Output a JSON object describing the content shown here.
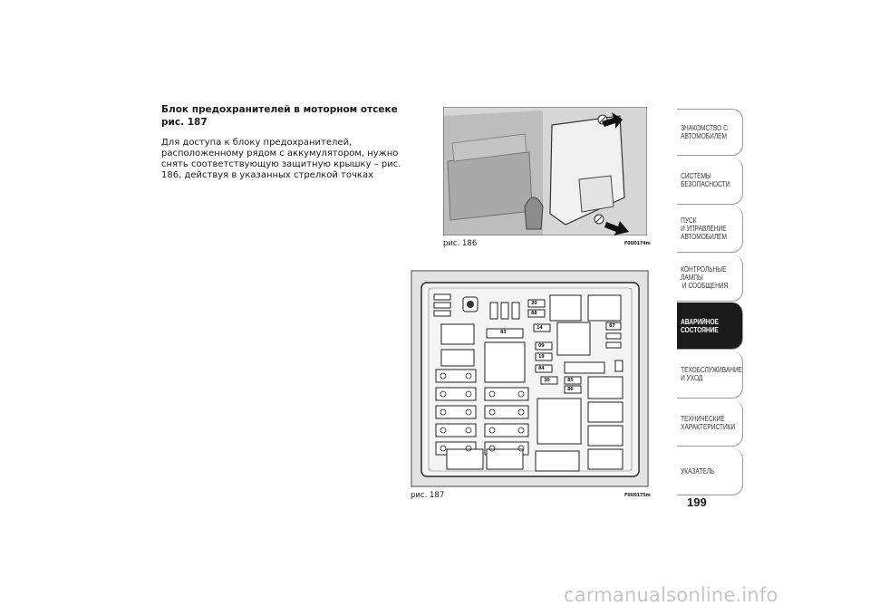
{
  "section": {
    "heading": "Блок предохранителей в моторном отсеке рис. 187",
    "body": "Для доступа к блоку предохранителей, расположенному рядом с аккумулятором, нужно снять соответствующую защитную крышку – рис. 186, действуя в указанных стрелкой точках"
  },
  "figures": {
    "fig186": {
      "caption": "рис. 186",
      "code": "F0U0174m"
    },
    "fig187": {
      "caption": "рис. 187",
      "code": "F0U0175m",
      "fuse_labels": [
        "20",
        "88",
        "83",
        "14",
        "87",
        "09",
        "19",
        "84",
        "30",
        "85",
        "86"
      ]
    }
  },
  "tabs": [
    {
      "label": "ЗНАКОМСТВО С\nАВТОМОБИЛЕМ",
      "active": false
    },
    {
      "label": "СИСТЕМЫ\nБЕЗОПАСНОСТИ",
      "active": false
    },
    {
      "label": "ПУСК\nИ УПРАВЛЕНИЕ\nАВТОМОБИЛЕМ",
      "active": false
    },
    {
      "label": "КОНТРОЛЬНЫЕ\nЛАМПЫ\n И СООБЩЕНИЯ",
      "active": false
    },
    {
      "label": "АВАРИЙНОЕ\nСОСТОЯНИЕ",
      "active": true
    },
    {
      "label": "ТЕХОБСЛУЖИВАНИЕ\nИ УХОД",
      "active": false
    },
    {
      "label": "ТЕХНИЧЕСКИЕ\nХАРАКТЕРИСТИКИ",
      "active": false
    },
    {
      "label": "УКАЗАТЕЛЬ",
      "active": false
    }
  ],
  "page_number": "199",
  "watermark": "carmanualsonline.info"
}
